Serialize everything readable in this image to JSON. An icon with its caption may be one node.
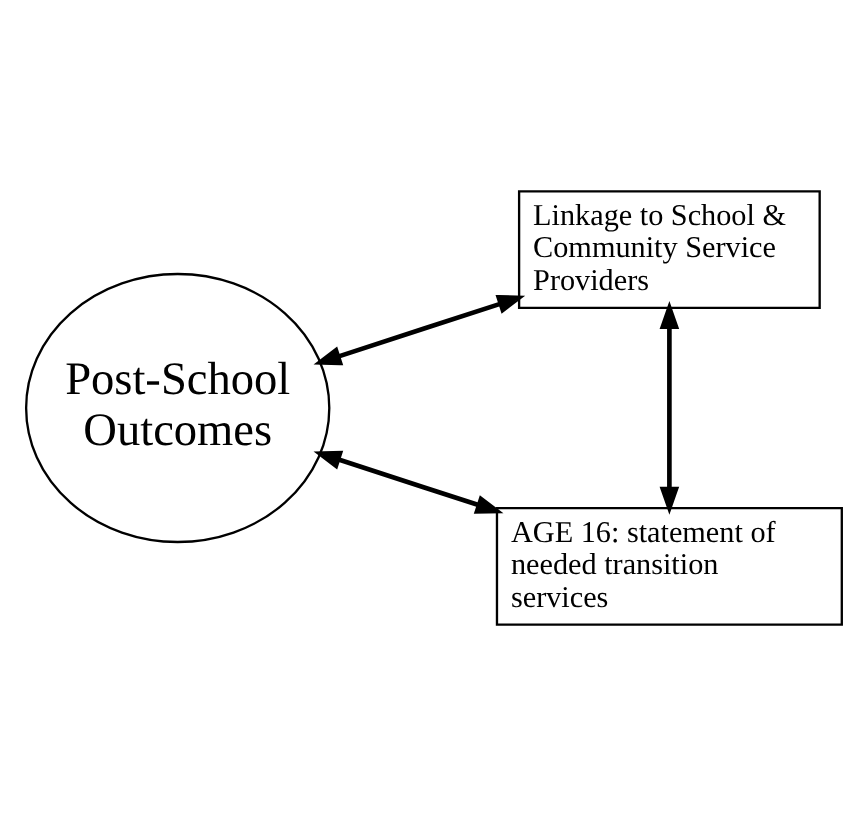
{
  "diagram": {
    "nodes": [
      {
        "text": [
          "Linkage to School & Community Service Providers"
        ]
      },
      {
        "text": [
          "Post-School Outcomes"
        ]
      },
      {
        "text": [
          "AGE 16: statement of needed transition services"
        ]
      }
    ],
    "edges": [
      {
        "from": 1,
        "to": 0,
        "arrow": "both"
      },
      {
        "from": 0,
        "to": 2,
        "arrow": "both"
      },
      {
        "from": 1,
        "to": 2,
        "arrow": "both"
      }
    ]
  }
}
